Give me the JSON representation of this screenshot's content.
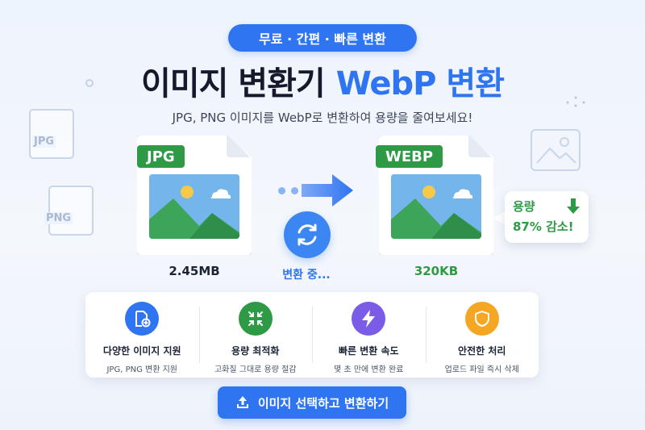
{
  "badge": "무료 · 간편 · 빠른 변환",
  "title": {
    "part1": "이미지 변환기",
    "part2": "WebP 변환"
  },
  "subtitle": "JPG, PNG 이미지를 WebP로 변환하여 용량을 줄여보세요!",
  "source_file": {
    "tag": "JPG",
    "size": "2.45MB"
  },
  "target_file": {
    "tag": "WEBP",
    "size": "320KB"
  },
  "convert_status": "변환 중...",
  "savings": {
    "line1": "용량",
    "line2": "87% 감소!"
  },
  "background_labels": {
    "jpg": "JPG",
    "png": "PNG"
  },
  "features": [
    {
      "icon": "image-plus-icon",
      "title": "다양한 이미지 지원",
      "desc": "JPG, PNG 변환 지원",
      "color": "#2f74f0"
    },
    {
      "icon": "compress-icon",
      "title": "용량 최적화",
      "desc": "고화질 그대로 용량 절감",
      "color": "#2e9a45"
    },
    {
      "icon": "lightning-icon",
      "title": "빠른 변환 속도",
      "desc": "몇 초 만에 변환 완료",
      "color": "#7b5ce6"
    },
    {
      "icon": "shield-check-icon",
      "title": "안전한 처리",
      "desc": "업로드 파일 즉시 삭제",
      "color": "#f5a623"
    }
  ],
  "cta_label": "이미지 선택하고 변환하기",
  "colors": {
    "primary": "#2f74f0",
    "success": "#2e9a45"
  }
}
